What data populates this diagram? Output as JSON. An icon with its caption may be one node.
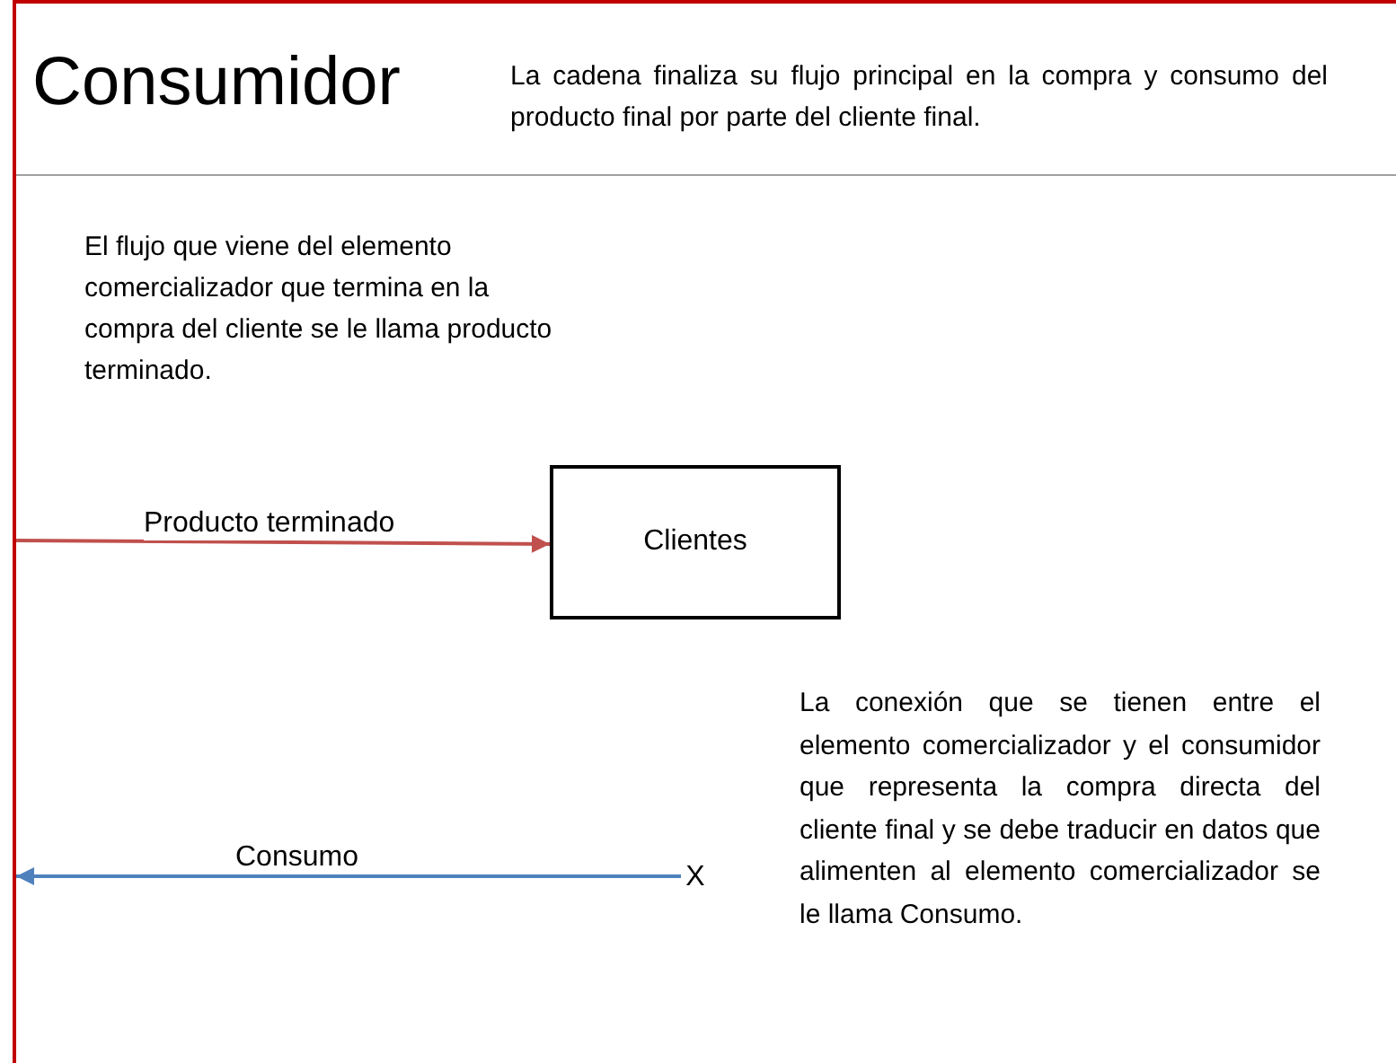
{
  "diagram": {
    "title": "Consumidor",
    "nodes": [
      {
        "text": [
          "Clientes"
        ]
      },
      {
        "text": [
          "X"
        ]
      }
    ],
    "edges": [
      {
        "from": null,
        "to": 0,
        "arrow": "to",
        "label": "Producto terminado",
        "color": "#c0504d"
      },
      {
        "from": 1,
        "to": null,
        "arrow": "to",
        "label": "Consumo",
        "color": "#4f81bd"
      }
    ],
    "labels": [
      "La cadena finaliza su flujo principal en la compra y consumo del producto final por parte del cliente final.",
      "El flujo que viene del elemento comercializador que termina en la compra del cliente se le llama producto terminado.",
      "La conexión que se tienen entre el elemento comercializador y el consumidor que representa la compra directa del cliente final y se debe traducir en datos que alimenten al elemento comercializador se le llama Consumo."
    ]
  }
}
